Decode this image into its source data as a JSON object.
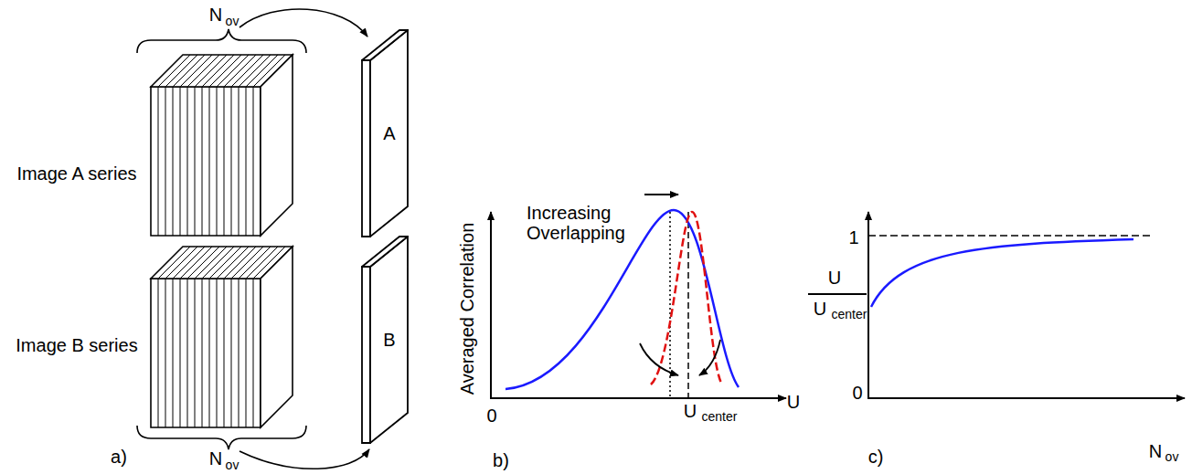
{
  "diagram": {
    "nodes": [
      {
        "text": [
          "A"
        ]
      },
      {
        "text": [
          "B"
        ]
      }
    ],
    "labels": [
      "a)",
      "Image A series",
      "Image B series",
      "N",
      "ov",
      "N",
      "ov",
      "b)",
      "Averaged Correlation",
      "Increasing Overlapping",
      "0",
      "U",
      "U",
      "center",
      "c)",
      "1",
      "U",
      "U",
      "center",
      "0",
      "N",
      "ov"
    ]
  }
}
